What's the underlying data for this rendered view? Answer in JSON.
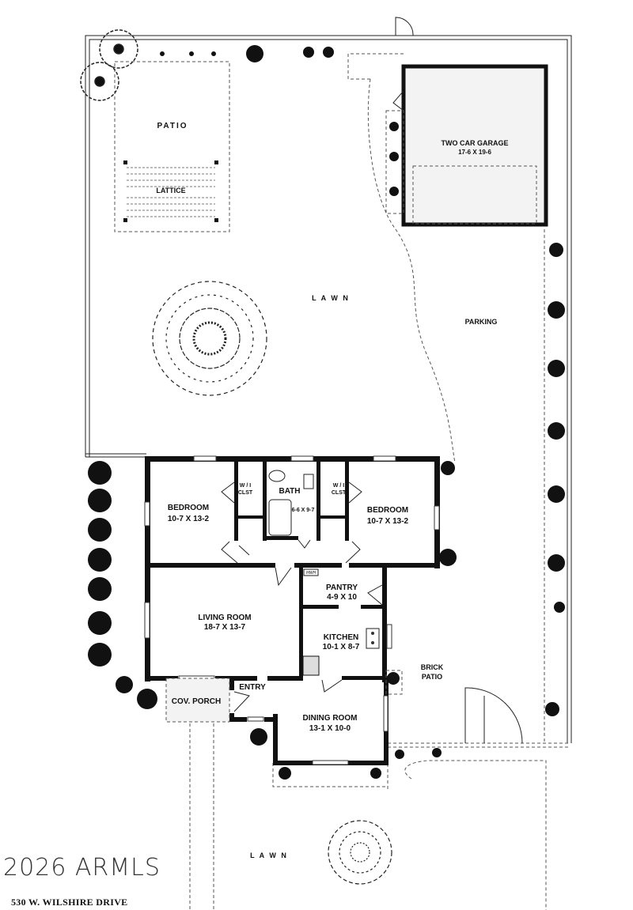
{
  "site": {
    "patio": "PATIO",
    "lattice": "LATTICE",
    "lawn_back": "L A W N",
    "parking": "PARKING",
    "lawn_front": "L A W N",
    "brick_patio": [
      "BRICK",
      "PATIO"
    ]
  },
  "garage": {
    "name": "TWO CAR GARAGE",
    "size": "17-6  X  19-6"
  },
  "rooms": {
    "bedroom_left": {
      "name": "BEDROOM",
      "size": "10-7 X 13-2"
    },
    "closet_left": {
      "name": "W / I",
      "sub": "CLST"
    },
    "bath": {
      "name": "BATH",
      "size": "6-6 X 9-7"
    },
    "closet_right": {
      "name": "W / I",
      "sub": "CLST"
    },
    "bedroom_right": {
      "name": "BEDROOM",
      "size": "10-7 X 13-2"
    },
    "hwh": "HWH",
    "pantry": {
      "name": "PANTRY",
      "size": "4-9 X 10"
    },
    "living": {
      "name": "LIVING ROOM",
      "size": "18-7  X  13-7"
    },
    "kitchen": {
      "name": "KITCHEN",
      "size": "10-1 X 8-7"
    },
    "entry": "ENTRY",
    "porch": "COV. PORCH",
    "dining": {
      "name": "DINING ROOM",
      "size": "13-1  X  10-0"
    }
  },
  "watermark": "2026 ARMLS",
  "address": "530 W. WILSHIRE DRIVE"
}
